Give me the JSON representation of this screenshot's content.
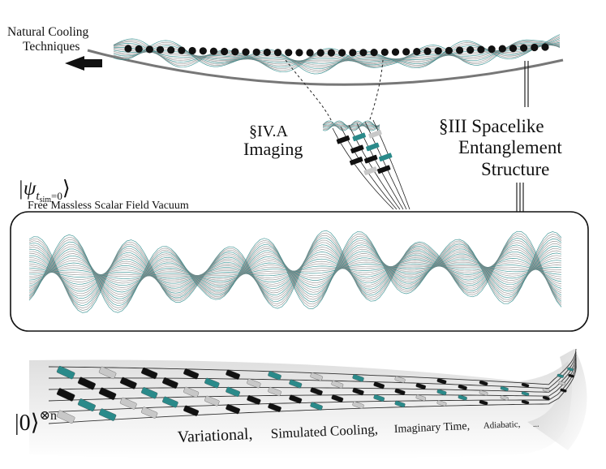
{
  "labels": {
    "natural_cooling_line1": "Natural Cooling",
    "natural_cooling_line2": "Techniques",
    "imaging_section": "§IV.A",
    "imaging_word": "Imaging",
    "spacelike_line1": "§III Spacelike",
    "spacelike_line2": "Entanglement",
    "spacelike_line3": "Structure",
    "psi_symbol": "|ψ",
    "psi_subscript": "t",
    "psi_sub_sub": "sim",
    "psi_sub_rest": "=0",
    "psi_close": "⟩",
    "vacuum_caption": "Free Massless Scalar Field Vacuum",
    "zero_state": "|0⟩",
    "zero_superscript": "⊗n",
    "method_variational": "Variational,",
    "method_simulated": "Simulated Cooling,",
    "method_imaginary": "Imaginary Time,",
    "method_adiabatic": "Adiabatic,",
    "method_ellipsis": "..."
  },
  "colors": {
    "teal": "#2a8a8a",
    "gray": "#8c8c8c",
    "light_gray": "#c8c8c8",
    "black": "#111111"
  }
}
